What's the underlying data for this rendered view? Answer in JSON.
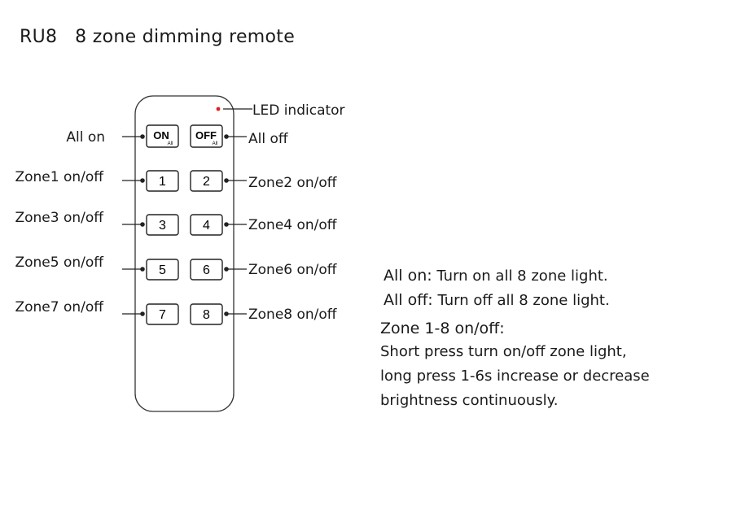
{
  "title": "RU8   8 zone dimming remote",
  "led_label": "LED indicator",
  "led_color": "#e0201e",
  "buttons": {
    "on_main": "ON",
    "on_sub": "All",
    "off_main": "OFF",
    "off_sub": "All",
    "numbers": [
      "1",
      "2",
      "3",
      "4",
      "5",
      "6",
      "7",
      "8"
    ]
  },
  "left_labels": [
    "All on",
    "Zone1 on/off",
    "Zone3 on/off",
    "Zone5 on/off",
    "Zone7 on/off"
  ],
  "right_labels": [
    "All off",
    "Zone2 on/off",
    "Zone4 on/off",
    "Zone6 on/off",
    "Zone8 on/off"
  ],
  "description": {
    "all_on_key": "All on:",
    "all_on_text": "Turn on all 8 zone light.",
    "all_off_key": "All off:",
    "all_off_text": "Turn off all 8 zone light.",
    "zone_heading": "Zone 1-8 on/off:",
    "zone_lines": [
      "Short press turn on/off zone light,",
      "long press 1-6s increase or decrease",
      "brightness continuously."
    ]
  }
}
